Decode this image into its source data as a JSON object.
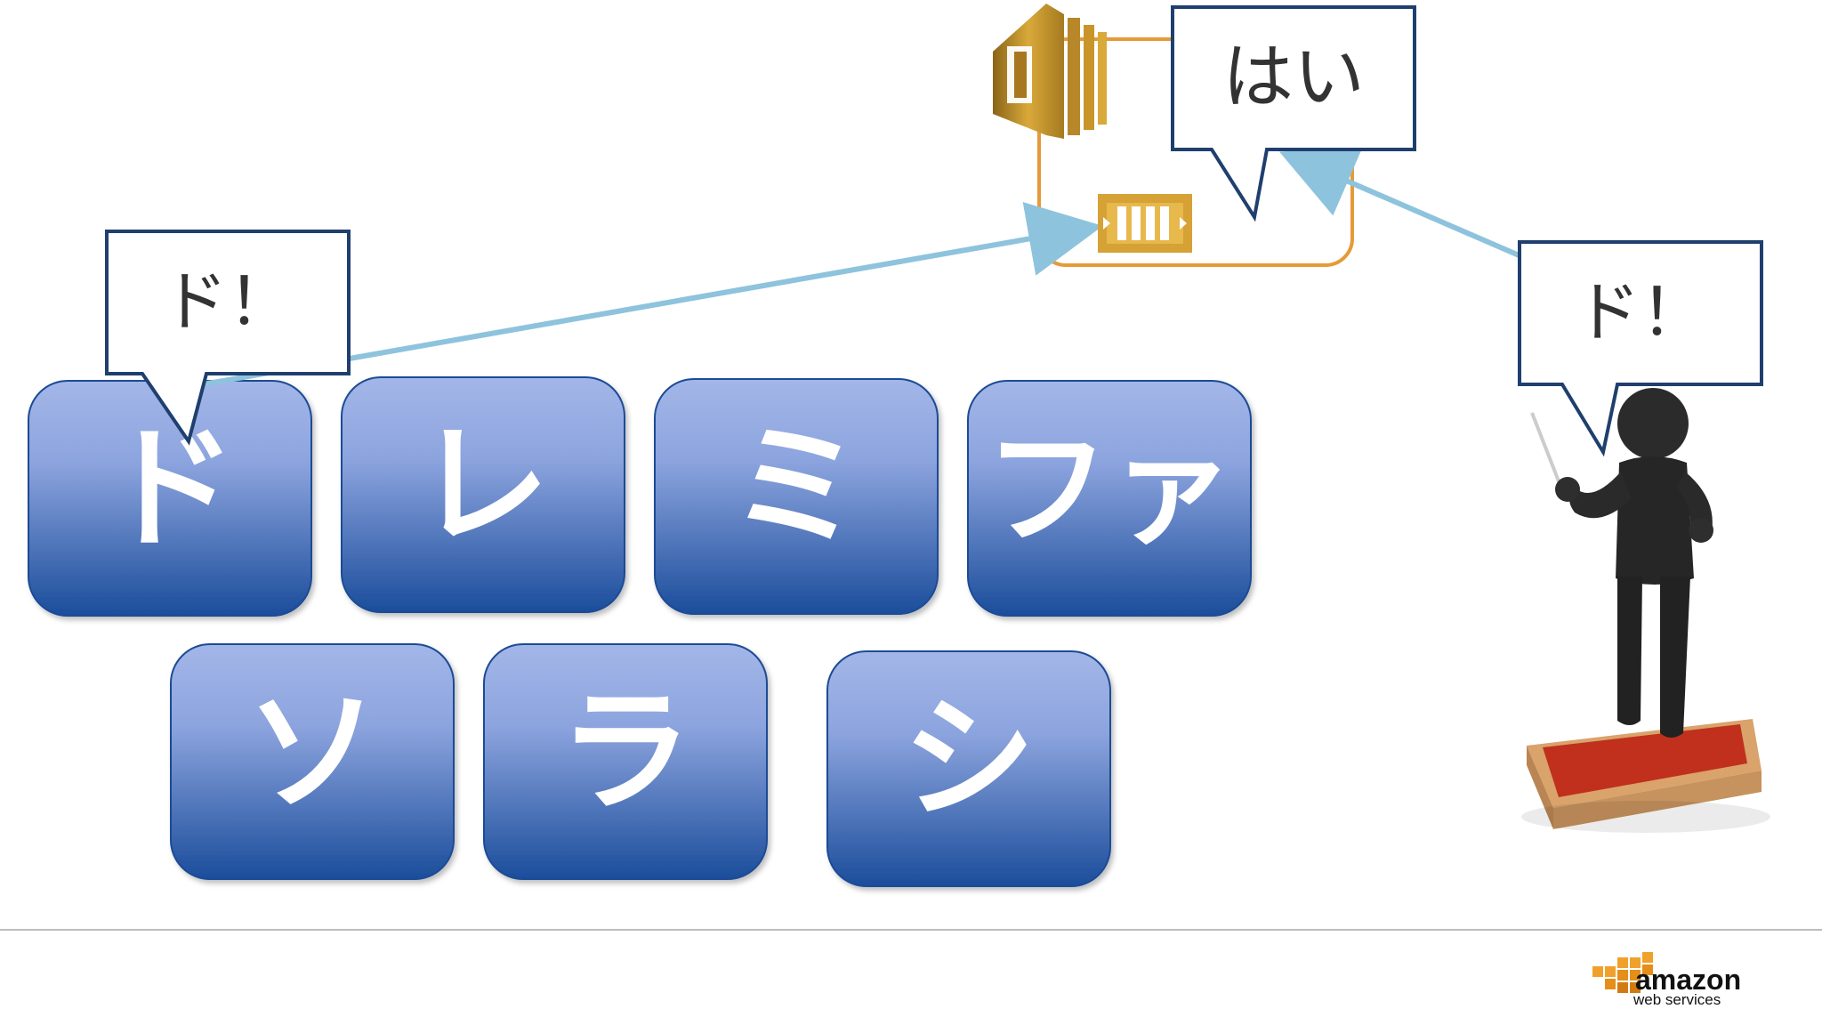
{
  "keys": [
    {
      "label": "ド"
    },
    {
      "label": "レ"
    },
    {
      "label": "ミ"
    },
    {
      "label": "ファ"
    },
    {
      "label": "ソ"
    },
    {
      "label": "ラ"
    },
    {
      "label": "シ"
    }
  ],
  "bubbles": {
    "left": "ド！",
    "right": "ド！",
    "top": "はい"
  },
  "logo": {
    "main": "amazon",
    "sub": "web services"
  },
  "icons": {
    "service": "aws-compute-icon",
    "queue": "aws-queue-icon",
    "figure": "conductor-figure"
  },
  "colors": {
    "key_top": "#9fb3e6",
    "key_bottom": "#1d4f9c",
    "bubble_border": "#1f3f6e",
    "arrow": "#8ec3dd",
    "orange": "#e59a3a",
    "gold": "#c7952a",
    "podium_red": "#c0301c"
  }
}
